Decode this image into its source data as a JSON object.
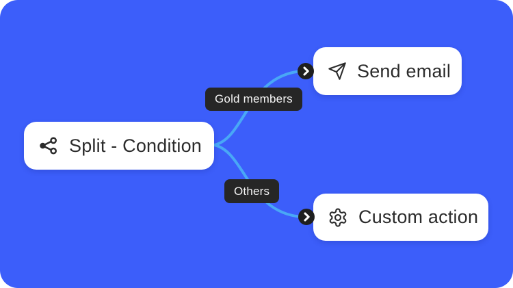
{
  "canvas": {
    "background_color": "#3C5EFA",
    "connector_color": "#49A8F6",
    "node_background": "#FFFFFF",
    "node_text_color": "#2B2B2B",
    "pill_background": "#262626",
    "pill_text_color": "#F4F4F4",
    "port_background": "#1F1F1F"
  },
  "nodes": [
    {
      "id": "split-condition",
      "label": "Split - Condition",
      "icon": "split-icon"
    },
    {
      "id": "send-email",
      "label": "Send email",
      "icon": "send-icon"
    },
    {
      "id": "custom-action",
      "label": "Custom action",
      "icon": "gear-icon"
    }
  ],
  "branch_labels": [
    {
      "id": "gold-members",
      "label": "Gold members"
    },
    {
      "id": "others",
      "label": "Others"
    }
  ]
}
